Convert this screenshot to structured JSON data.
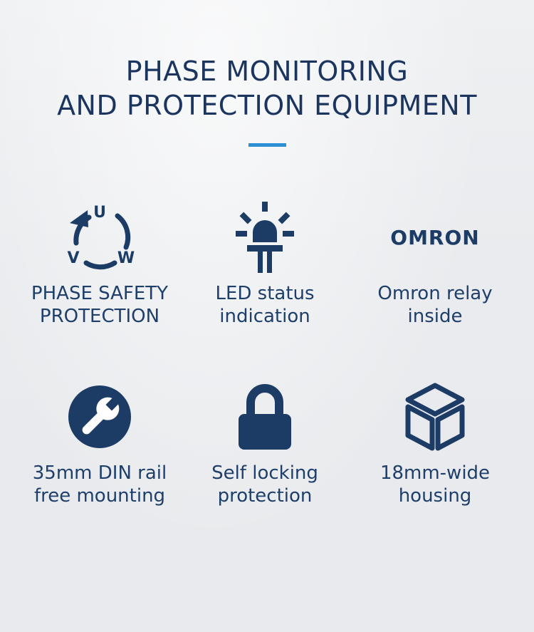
{
  "header": {
    "title_line1": "PHASE MONITORING",
    "title_line2": "AND PROTECTION EQUIPMENT"
  },
  "colors": {
    "primary": "#1c3c66",
    "accent": "#2b8fd6",
    "background": "#e9ebee"
  },
  "features": [
    {
      "icon": "phase-rotation-icon",
      "icon_letters": [
        "U",
        "V",
        "W"
      ],
      "label_line1": "PHASE SAFETY",
      "label_line2": "PROTECTION"
    },
    {
      "icon": "led-light-icon",
      "label_line1": "LED status",
      "label_line2": "indication"
    },
    {
      "icon": "omron-logo",
      "logo_text": "OMRON",
      "label_line1": "Omron relay",
      "label_line2": "inside"
    },
    {
      "icon": "wrench-icon",
      "label_line1": "35mm DIN rail",
      "label_line2": "free mounting"
    },
    {
      "icon": "padlock-icon",
      "label_line1": "Self locking",
      "label_line2": "protection"
    },
    {
      "icon": "cube-icon",
      "label_line1": "18mm-wide",
      "label_line2": "housing"
    }
  ]
}
